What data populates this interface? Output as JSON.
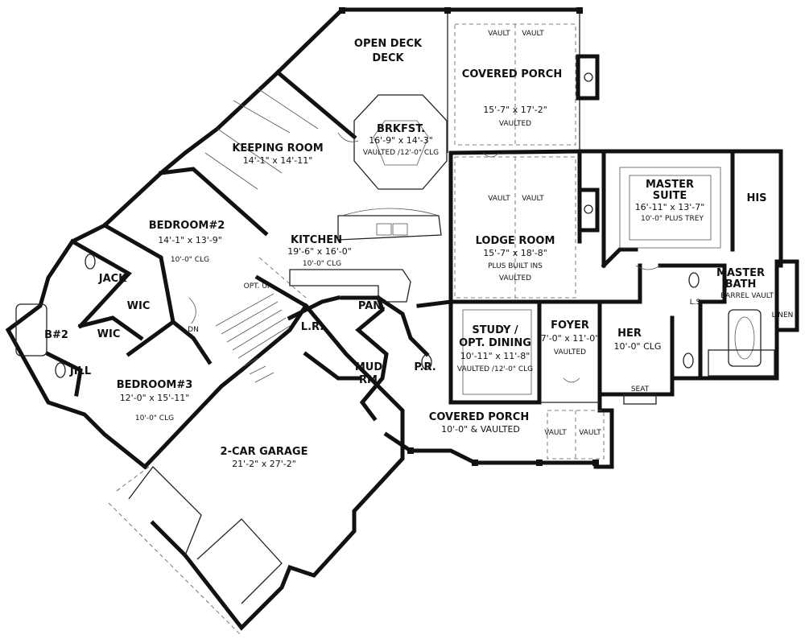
{
  "rooms": {
    "open_deck": {
      "name": "OPEN DECK"
    },
    "covered_porch_rear": {
      "name": "COVERED PORCH",
      "dims": "15'-7\" x 17'-2\"",
      "note": "VAULTED",
      "vault_a": "VAULT",
      "vault_b": "VAULT"
    },
    "brkfst": {
      "name": "BRKFST.",
      "dims": "16'-9\" x 14'-3\"",
      "note": "VAULTED /12'-0\" CLG"
    },
    "keeping_room": {
      "name": "KEEPING ROOM",
      "dims": "14'-1\" x 14'-11\""
    },
    "kitchen": {
      "name": "KITCHEN",
      "dims": "19'-6\" x 16'-0\"",
      "note": "10'-0\" CLG"
    },
    "lodge_room": {
      "name": "LODGE ROOM",
      "dims": "15'-7\" x 18'-8\"",
      "note": "PLUS BUILT INS",
      "note2": "VAULTED",
      "vault_a": "VAULT",
      "vault_b": "VAULT"
    },
    "master_suite": {
      "name": "MASTER",
      "name2": "SUITE",
      "dims": "16'-11\" x 13'-7\"",
      "note": "10'-0\" PLUS TREY"
    },
    "his": {
      "name": "HIS"
    },
    "master_bath": {
      "name": "MASTER",
      "name2": "BATH",
      "note": "BARREL VAULT",
      "ls": "L.S.",
      "linen": "LINEN"
    },
    "her": {
      "name": "HER",
      "note": "10'-0\" CLG",
      "seat": "SEAT"
    },
    "bedroom2": {
      "name": "BEDROOM#2",
      "dims": "14'-1\" x 13'-9\"",
      "note": "10'-0\" CLG"
    },
    "bedroom3": {
      "name": "BEDROOM#3",
      "dims": "12'-0\" x 15'-11\"",
      "note": "10'-0\" CLG"
    },
    "jack": {
      "name": "JACK"
    },
    "jill": {
      "name": "JILL"
    },
    "wic1": {
      "name": "WIC"
    },
    "wic2": {
      "name": "WIC"
    },
    "bath2": {
      "name": "B#2"
    },
    "stair": {
      "opt_up": "OPT. UP",
      "dn": "DN"
    },
    "lr": {
      "name": "L.R."
    },
    "pan": {
      "name": "PAN."
    },
    "mud": {
      "name": "MUD",
      "name2": "RM."
    },
    "pr": {
      "name": "P.R."
    },
    "study": {
      "name": "STUDY /",
      "name2": "OPT. DINING",
      "dims": "10'-11\" x 11'-8\"",
      "note": "VAULTED /12'-0\" CLG"
    },
    "foyer": {
      "name": "FOYER",
      "dims": "7'-0\" x 11'-0\"",
      "note": "VAULTED"
    },
    "covered_porch_front": {
      "name": "COVERED PORCH",
      "note": "10'-0\" & VAULTED",
      "vault_a": "VAULT",
      "vault_b": "VAULT"
    },
    "garage": {
      "name": "2-CAR GARAGE",
      "dims": "21'-2\" x 27'-2\""
    }
  }
}
